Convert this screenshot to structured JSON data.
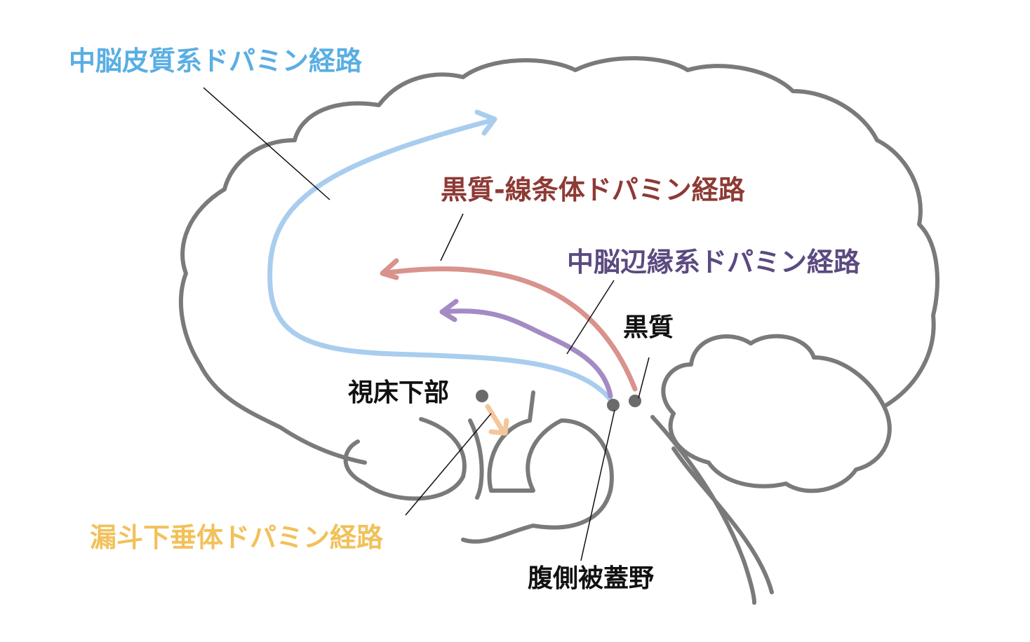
{
  "pathways": {
    "mesocortical": {
      "label": "中脳皮質系ドパミン経路",
      "color": "#5aaee3",
      "stroke": "#a9cdee"
    },
    "nigrostriatal": {
      "label": "黒質-線条体ドパミン経路",
      "color": "#8e3a35",
      "stroke": "#d9928c"
    },
    "mesolimbic": {
      "label": "中脳辺縁系ドパミン経路",
      "color": "#5b4a80",
      "stroke": "#a48bc4"
    },
    "tuberoinfundibular": {
      "label": "漏斗下垂体ドパミン経路",
      "color": "#f1c15a",
      "stroke": "#f3c69b"
    }
  },
  "regions": {
    "substantia_nigra": "黒質",
    "hypothalamus": "視床下部",
    "vta": "腹側被蓋野"
  },
  "colors": {
    "outline": "#7a7a7a",
    "leader": "#111111",
    "dot": "#6b6b6b"
  }
}
